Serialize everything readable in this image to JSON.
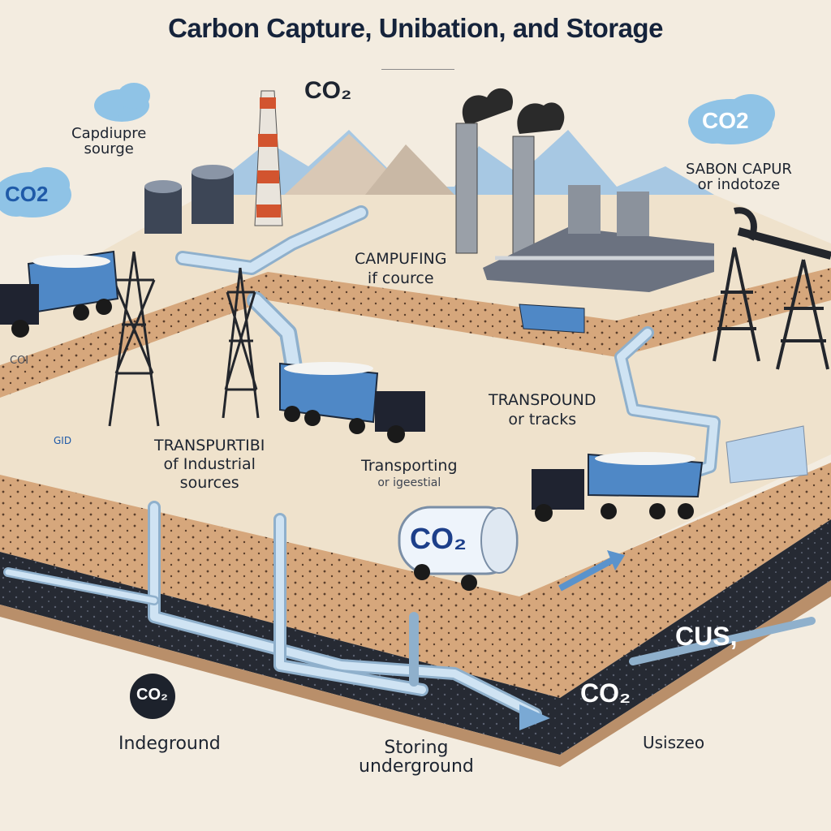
{
  "title": "Carbon Capture, Unibation, and Storage",
  "co2": {
    "top_plain": "CO₂",
    "cloud_top_left": "",
    "cloud_left": "CO2",
    "cloud_right": "CO2",
    "cylinder": "CO₂",
    "bottom_badge": "CO₂",
    "bottom_right": "CO₂",
    "cus": "CUS,"
  },
  "labels": {
    "capture_source": [
      "Capdiupre",
      "sourge"
    ],
    "carbon_capture": [
      "SABON CAPUR",
      "or indotoze"
    ],
    "campufing": [
      "CAMPUFING",
      "if cource"
    ],
    "transpound": [
      "TRANSPOUND",
      "or tracks"
    ],
    "transpurtion": [
      "TRANSPURTIBI",
      "of Industrial",
      "sources"
    ],
    "transporting": [
      "Transporting",
      "or igeestial"
    ],
    "indeground": "Indeground",
    "storing": [
      "Storing",
      "underground"
    ],
    "usized": "Usiszeo",
    "small_left": "COI",
    "small_gid": "GID"
  },
  "colors": {
    "sky_blue": "#8fc3e6",
    "pipe": "#b9d6ee",
    "truck_blue": "#4f88c6",
    "soil": "#d6a77c",
    "dark_layer": "#262a33",
    "ground_top": "#efe2cc"
  }
}
